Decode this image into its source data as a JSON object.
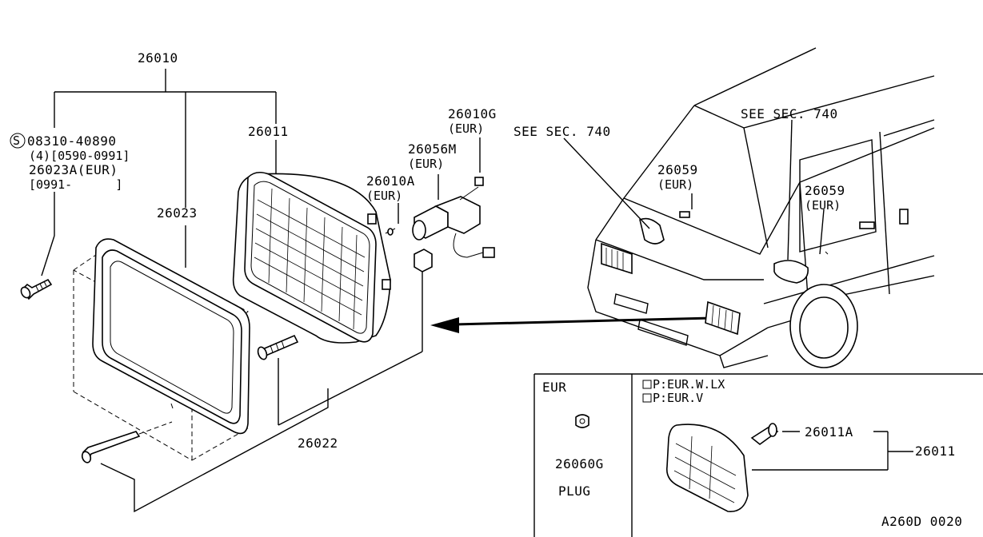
{
  "labels": {
    "assembly": "26010",
    "screw_code": "08310-40890",
    "screw_qty_range": "(4)[0590-0991]",
    "ring_eur": "26023A(EUR)",
    "ring_range": "[0991-      ]",
    "ring": "26023",
    "sealed_beam": "26011",
    "bulb_g": "26010G",
    "bulb_g_eur": "(EUR)",
    "socket_m": "26056M",
    "socket_m_eur": "(EUR)",
    "bulb_a": "26010A",
    "bulb_a_eur": "(EUR)",
    "see_sec_1": "SEE SEC. 740",
    "see_sec_2": "SEE SEC. 740",
    "plug_num_1": "26059",
    "plug_num_1_eur": "(EUR)",
    "plug_num_2": "26059",
    "plug_num_2_eur": "(EUR)",
    "frame": "26022"
  },
  "inset": {
    "left_header": "EUR",
    "plug_number": "26060G",
    "plug_label": "PLUG",
    "legend_line_1": "P:EUR.W.LX",
    "legend_line_2": "P:EUR.V",
    "bulb": "26011A",
    "unit": "26011"
  },
  "footer": {
    "code": "A260D 0020"
  },
  "icons": {
    "screw_symbol": "S",
    "legend_box": "square-outline-icon"
  }
}
